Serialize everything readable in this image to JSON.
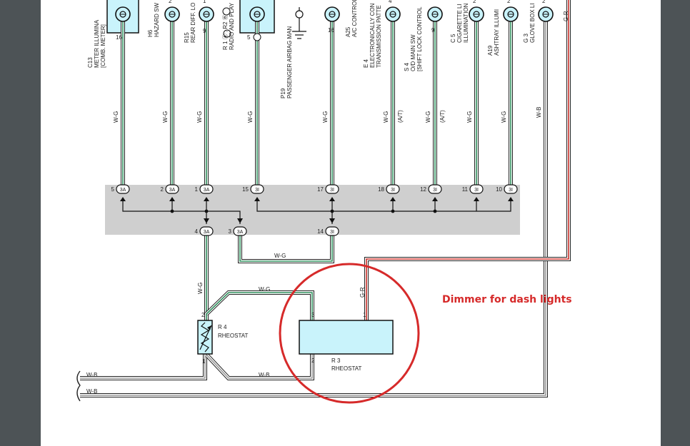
{
  "colors": {
    "wire_green": "#2f8f5d",
    "wire_red": "#c8302a",
    "component_fill": "#c9f3fb",
    "junction_fill": "#cfcfcf",
    "annotation": "#d62a2a",
    "background": "#4d5356",
    "page": "#ffffff"
  },
  "top_components": [
    {
      "id": "C13",
      "lines": [
        "C13",
        "METER ILLUMINA",
        "[COMB. METER]"
      ],
      "pin": "16"
    },
    {
      "id": "H6",
      "lines": [
        "H6",
        "HAZARD SW"
      ],
      "pin": "2"
    },
    {
      "id": "R15",
      "lines": [
        "R15",
        "REAR DIFF. LO"
      ],
      "pin": "1"
    },
    {
      "id": "R1R2",
      "lines": [
        "R 1 Ⓐ , R2 Ⓑ",
        "RADIO AND PLAY"
      ],
      "pin": "9"
    },
    {
      "id": "P19",
      "lines": [
        "P19",
        "PASSENGER AIRBAG MAN"
      ],
      "pin": "5 Ⓑ"
    },
    {
      "id": "A25",
      "lines": [
        "A25",
        "A/C CONTROL"
      ],
      "pin": "16"
    },
    {
      "id": "E4",
      "lines": [
        "E 4",
        "ELECTRONICALLY CON",
        "TRANSMISSION PATTE"
      ],
      "pin": "4"
    },
    {
      "id": "S4",
      "lines": [
        "S 4",
        "O/D MAIN SW",
        "[SHIFT LOCK CONTROL"
      ],
      "pin": "9"
    },
    {
      "id": "C5",
      "lines": [
        "C 5",
        "CIGARETTE LI",
        "ILLUMINATION"
      ],
      "pin": "2"
    },
    {
      "id": "A19",
      "lines": [
        "A19",
        "ASHTRAY ILLUMI"
      ],
      "pin": "2"
    },
    {
      "id": "G3",
      "lines": [
        "G 3",
        "GLOVE BOX LI"
      ],
      "pin": "2"
    }
  ],
  "wire_labels": {
    "w_g": "W-G",
    "w_b": "W-B",
    "g_r": "G-R",
    "at": "(A/T)"
  },
  "junction_top": [
    {
      "pin": "5",
      "conn": "3A"
    },
    {
      "pin": "2",
      "conn": "3A"
    },
    {
      "pin": "1",
      "conn": "3A"
    },
    {
      "pin": "15",
      "conn": "3I"
    },
    {
      "pin": "17",
      "conn": "3I"
    },
    {
      "pin": "18",
      "conn": "3I"
    },
    {
      "pin": "12",
      "conn": "3I"
    },
    {
      "pin": "11",
      "conn": "3I"
    },
    {
      "pin": "10",
      "conn": "3I"
    }
  ],
  "junction_bottom": [
    {
      "pin": "4",
      "conn": "3A"
    },
    {
      "pin": "3",
      "conn": "3A"
    },
    {
      "pin": "14",
      "conn": "3I"
    }
  ],
  "rheostat_r4": {
    "id": "R 4",
    "name": "RHEOSTAT",
    "pin_top": "2",
    "pin_bottom": "1"
  },
  "rheostat_r3": {
    "id": "R 3",
    "name": "RHEOSTAT",
    "pin_left": "3",
    "pin_right": "1",
    "pin_bottom": "2"
  },
  "annotation": "Dimmer for dash lights"
}
